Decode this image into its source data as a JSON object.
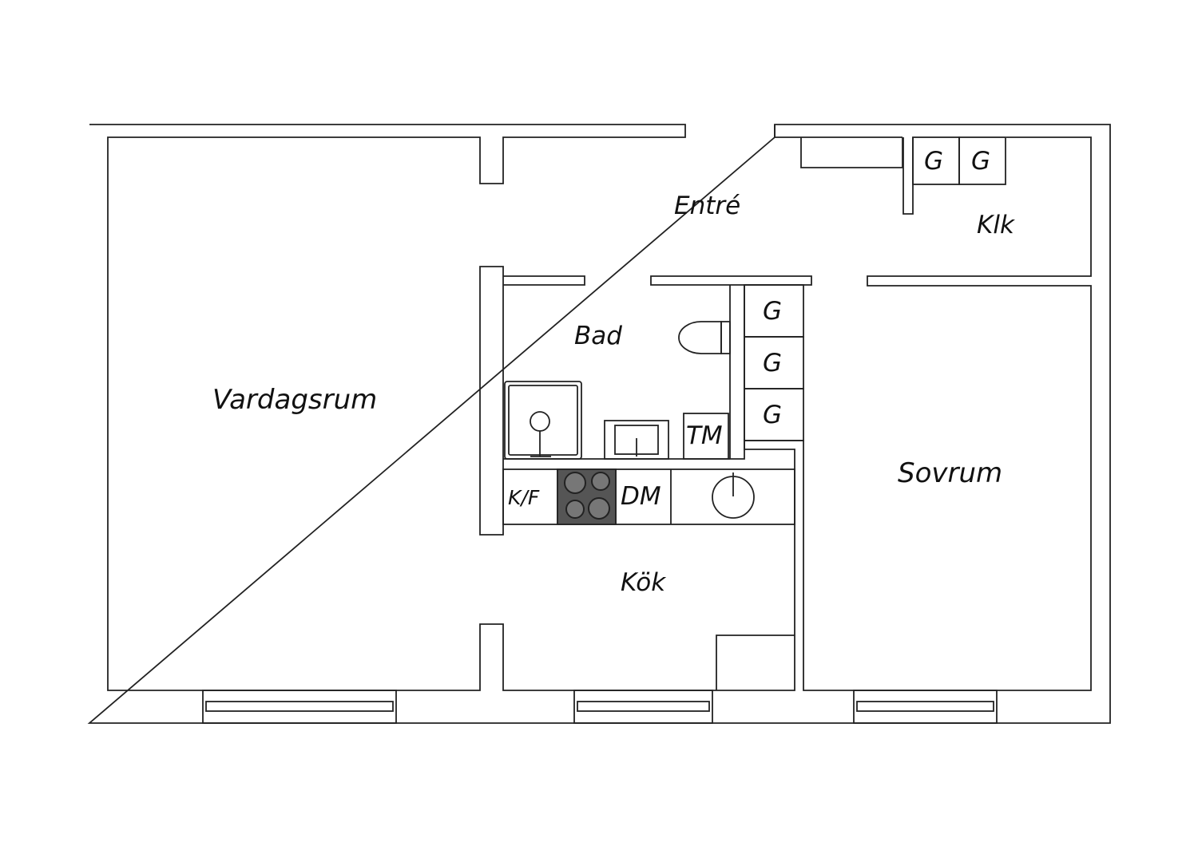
{
  "rooms": {
    "living": "Vardagsrum",
    "entrance": "Entré",
    "walk_in_closet": "Klk",
    "bathroom": "Bad",
    "bedroom": "Sovrum",
    "kitchen": "Kök"
  },
  "fixtures": {
    "wardrobe": "G",
    "washing_machine": "TM",
    "fridge_freezer": "K/F",
    "dishwasher": "DM"
  },
  "colors": {
    "line": "#222222",
    "background": "#ffffff",
    "stove": "#555555"
  }
}
